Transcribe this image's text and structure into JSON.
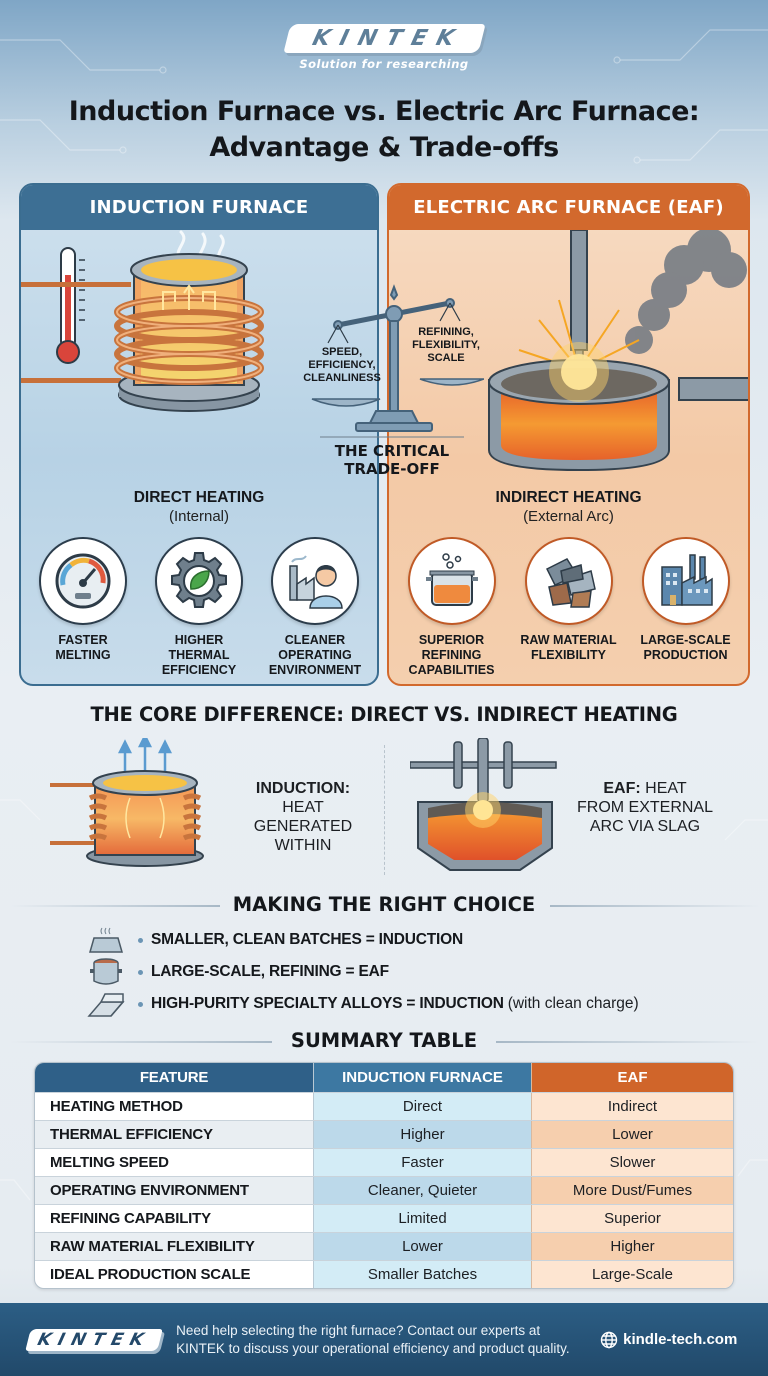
{
  "brand": {
    "logo": "KINTEK",
    "tagline": "Solution for researching"
  },
  "title": {
    "line1": "Induction Furnace vs. Electric Arc Furnace:",
    "line2": "Advantage & Trade-offs"
  },
  "colors": {
    "induction_blue": "#3d6f94",
    "eaf_orange": "#d2692d",
    "footer_blue": "#2c5e85"
  },
  "induction_panel": {
    "header": "INDUCTION FURNACE",
    "illustration": "induction-furnace-coil",
    "heating_title": "DIRECT HEATING",
    "heating_sub": "(Internal)",
    "features": [
      {
        "icon": "speedometer-icon",
        "label_lines": [
          "FASTER",
          "MELTING"
        ]
      },
      {
        "icon": "gear-leaf-icon",
        "label_lines": [
          "HIGHER",
          "THERMAL",
          "EFFICIENCY"
        ]
      },
      {
        "icon": "clean-factory-worker-icon",
        "label_lines": [
          "CLEANER",
          "OPERATING",
          "ENVIRONMENT"
        ]
      }
    ]
  },
  "eaf_panel": {
    "header": "ELECTRIC ARC FURNACE (EAF)",
    "illustration": "electric-arc-furnace-electrode",
    "heating_title": "INDIRECT HEATING",
    "heating_sub": "(External Arc)",
    "features": [
      {
        "icon": "refining-pot-icon",
        "label_lines": [
          "SUPERIOR",
          "REFINING",
          "CAPABILITIES"
        ]
      },
      {
        "icon": "scrap-metal-icon",
        "label_lines": [
          "RAW MATERIAL",
          "FLEXIBILITY"
        ]
      },
      {
        "icon": "factory-icon",
        "label_lines": [
          "LARGE-SCALE",
          "PRODUCTION"
        ]
      }
    ]
  },
  "tradeoff": {
    "left_pan_lines": [
      "SPEED,",
      "EFFICIENCY,",
      "CLEANLINESS"
    ],
    "right_pan_lines": [
      "REFINING,",
      "FLEXIBILITY,",
      "SCALE"
    ],
    "title_lines": [
      "THE CRITICAL",
      "TRADE-OFF"
    ]
  },
  "core_difference": {
    "title": "THE CORE DIFFERENCE: DIRECT VS. INDIRECT HEATING",
    "induction": {
      "bold": "INDUCTION:",
      "lines": [
        "HEAT GENERATED",
        "WITHIN"
      ]
    },
    "eaf": {
      "bold": "EAF:",
      "first_rest": " HEAT",
      "lines": [
        "FROM EXTERNAL",
        "ARC VIA SLAG"
      ]
    }
  },
  "right_choice": {
    "title": "MAKING THE RIGHT CHOICE",
    "items": [
      {
        "icon": "small-batch-tray-icon",
        "text": "SMALLER, CLEAN BATCHES = INDUCTION",
        "note": ""
      },
      {
        "icon": "crucible-pot-icon",
        "text": "LARGE-SCALE, REFINING = EAF",
        "note": ""
      },
      {
        "icon": "metal-ingot-icon",
        "text": "HIGH-PURITY SPECIALTY ALLOYS = INDUCTION",
        "note": "(with clean charge)"
      }
    ]
  },
  "summary_table": {
    "title": "SUMMARY TABLE",
    "columns": [
      "FEATURE",
      "INDUCTION FURNACE",
      "EAF"
    ],
    "rows": [
      [
        "HEATING METHOD",
        "Direct",
        "Indirect"
      ],
      [
        "THERMAL EFFICIENCY",
        "Higher",
        "Lower"
      ],
      [
        "MELTING SPEED",
        "Faster",
        "Slower"
      ],
      [
        "OPERATING ENVIRONMENT",
        "Cleaner, Quieter",
        "More Dust/Fumes"
      ],
      [
        "REFINING CAPABILITY",
        "Limited",
        "Superior"
      ],
      [
        "RAW MATERIAL FLEXIBILITY",
        "Lower",
        "Higher"
      ],
      [
        "IDEAL PRODUCTION SCALE",
        "Smaller Batches",
        "Large-Scale"
      ]
    ]
  },
  "footer": {
    "logo": "KINTEK",
    "text": "Need help selecting the right furnace? Contact our experts at KINTEK to discuss your operational efficiency and product quality.",
    "link_icon": "globe-icon",
    "link": "kindle-tech.com"
  }
}
